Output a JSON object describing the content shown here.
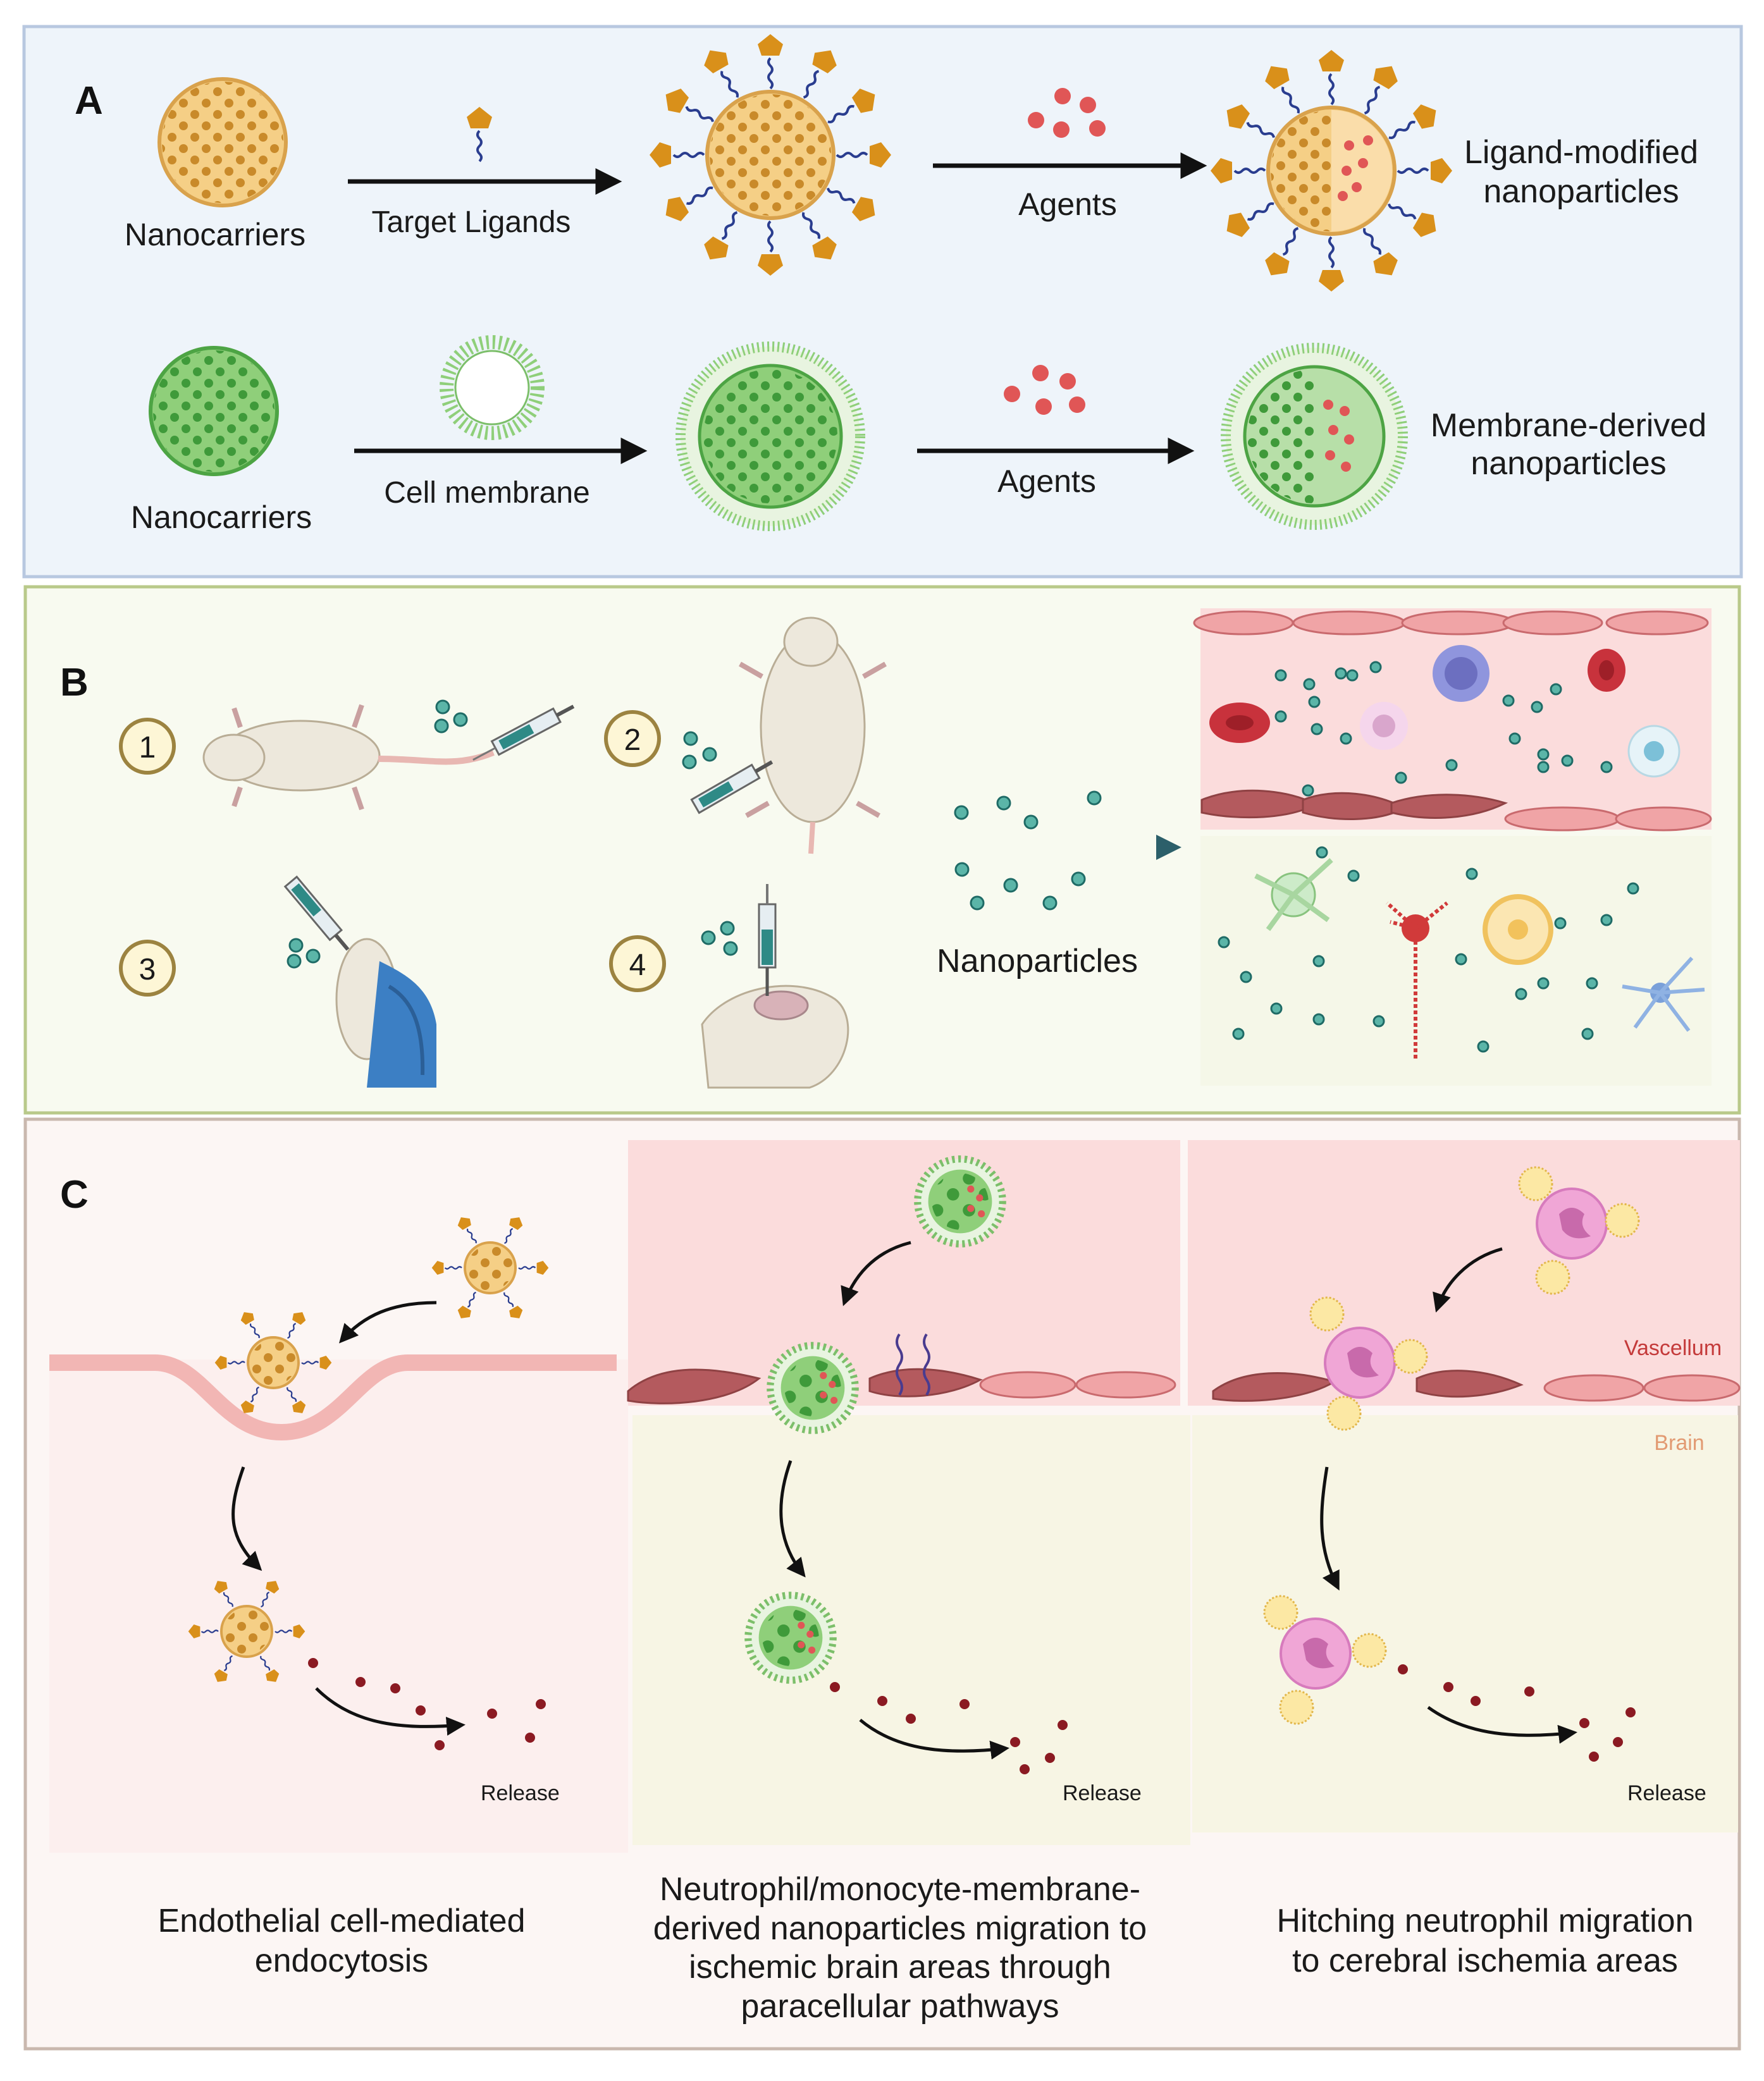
{
  "panelA": {
    "letter": "A",
    "row1": {
      "start_label": "Nanocarriers",
      "step1_label": "Target Ligands",
      "step2_label": "Agents",
      "result_line1": "Ligand-modified",
      "result_line2": "nanoparticles"
    },
    "row2": {
      "start_label": "Nanocarriers",
      "step1_label": "Cell membrane",
      "step2_label": "Agents",
      "result_line1": "Membrane-derived",
      "result_line2": "nanoparticles"
    }
  },
  "panelB": {
    "letter": "B",
    "routes": [
      "1",
      "2",
      "3",
      "4"
    ],
    "arrow_label": "Nanoparticles"
  },
  "panelC": {
    "letter": "C",
    "vascellum_label": "Vascellum",
    "brain_label": "Brain",
    "release_label": "Release",
    "captions": [
      [
        "Endothelial cell-mediated",
        "endocytosis"
      ],
      [
        "Neutrophil/monocyte-membrane-",
        "derived nanoparticles migration to",
        "ischemic brain areas through",
        "paracellular pathways"
      ],
      [
        "Hitching neutrophil migration",
        "to cerebral ischemia areas"
      ]
    ]
  },
  "colors": {
    "panelA_bg": "#eef4fa",
    "panelA_border": "#b8c8e0",
    "panelB_bg": "#f8faf0",
    "panelB_border": "#b9c98a",
    "panelC_bg": "#fcf6f4",
    "panelC_border": "#c9b8ae",
    "nanocarrier_orange": "#f5cf86",
    "nanocarrier_green": "#8fcf7a",
    "ligand": "#d9901a",
    "agent": "#e05656",
    "nanoparticle_teal": "#2e8a86",
    "endothelium": "#c96a6e",
    "vessel_bg": "#fbdcdc"
  }
}
